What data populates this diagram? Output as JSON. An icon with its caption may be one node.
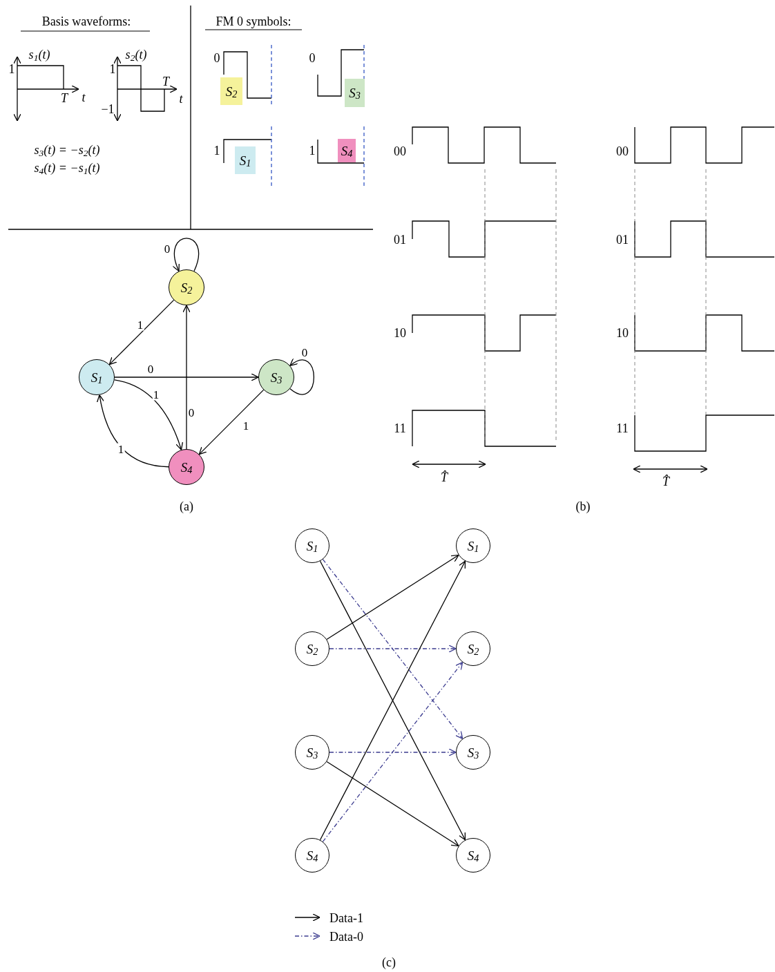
{
  "diagram": {
    "nodes": [
      {
        "text": [
          "S$_{2}$"
        ]
      },
      {
        "text": [
          "S$_{1}$"
        ]
      },
      {
        "text": [
          "S$_{3}$"
        ]
      },
      {
        "text": [
          "S$_{4}$"
        ]
      },
      {
        "text": [
          "S$_{1}$"
        ]
      },
      {
        "text": [
          "S$_{2}$"
        ]
      },
      {
        "text": [
          "S$_{3}$"
        ]
      },
      {
        "text": [
          "S$_{4}$"
        ]
      },
      {
        "text": [
          "S$_{1}$"
        ]
      },
      {
        "text": [
          "S$_{2}$"
        ]
      },
      {
        "text": [
          "S$_{3}$"
        ]
      },
      {
        "text": [
          "S$_{4}$"
        ]
      },
      {
        "text": [
          "S$_{2}$"
        ]
      },
      {
        "text": [
          "S$_{3}$"
        ]
      },
      {
        "text": [
          "S$_{1}$"
        ]
      },
      {
        "text": [
          "S$_{4}$"
        ]
      }
    ],
    "edges": [
      {
        "from": 0,
        "to": 0,
        "arrow": "to",
        "label": "0"
      },
      {
        "from": 0,
        "to": 1,
        "arrow": "to",
        "label": "1"
      },
      {
        "from": 1,
        "to": 2,
        "arrow": "to",
        "label": "0"
      },
      {
        "from": 2,
        "to": 2,
        "arrow": "to",
        "label": "0"
      },
      {
        "from": 1,
        "to": 3,
        "arrow": "to",
        "label": "1"
      },
      {
        "from": 3,
        "to": 1,
        "arrow": "to",
        "label": "1"
      },
      {
        "from": 3,
        "to": 0,
        "arrow": "to",
        "label": "0"
      },
      {
        "from": 2,
        "to": 3,
        "arrow": "to",
        "label": "1"
      },
      {
        "from": 4,
        "to": 11,
        "arrow": "to"
      },
      {
        "from": 4,
        "to": 10,
        "arrow": "to",
        "style": "dashed",
        "color": "#3b3b8f"
      },
      {
        "from": 5,
        "to": 8,
        "arrow": "to"
      },
      {
        "from": 5,
        "to": 9,
        "arrow": "to",
        "style": "dashed",
        "color": "#3b3b8f"
      },
      {
        "from": 6,
        "to": 10,
        "arrow": "to",
        "style": "dashed",
        "color": "#3b3b8f"
      },
      {
        "from": 6,
        "to": 11,
        "arrow": "to"
      },
      {
        "from": 7,
        "to": 8,
        "arrow": "to"
      },
      {
        "from": 7,
        "to": 9,
        "arrow": "to",
        "style": "dashed",
        "color": "#3b3b8f"
      }
    ],
    "labels": [
      "Basis waveforms:",
      "s$_{1}$(t)",
      "1",
      "T",
      "t",
      "s$_{2}$(t)",
      "1",
      "T",
      "t",
      "−1",
      "s$_{3}$(t) = −s$_{2}$(t)",
      "s$_{4}$(t) = −s$_{1}$(t)",
      "FM 0 symbols:",
      "0",
      "0",
      "1",
      "1",
      "(a)",
      "00",
      "01",
      "10",
      "11",
      "T̂",
      "00",
      "01",
      "10",
      "11",
      "T̂",
      "(b)",
      "(c)"
    ],
    "legend": [
      {
        "text": "Data-1"
      },
      {
        "text": "Data-0"
      }
    ]
  }
}
